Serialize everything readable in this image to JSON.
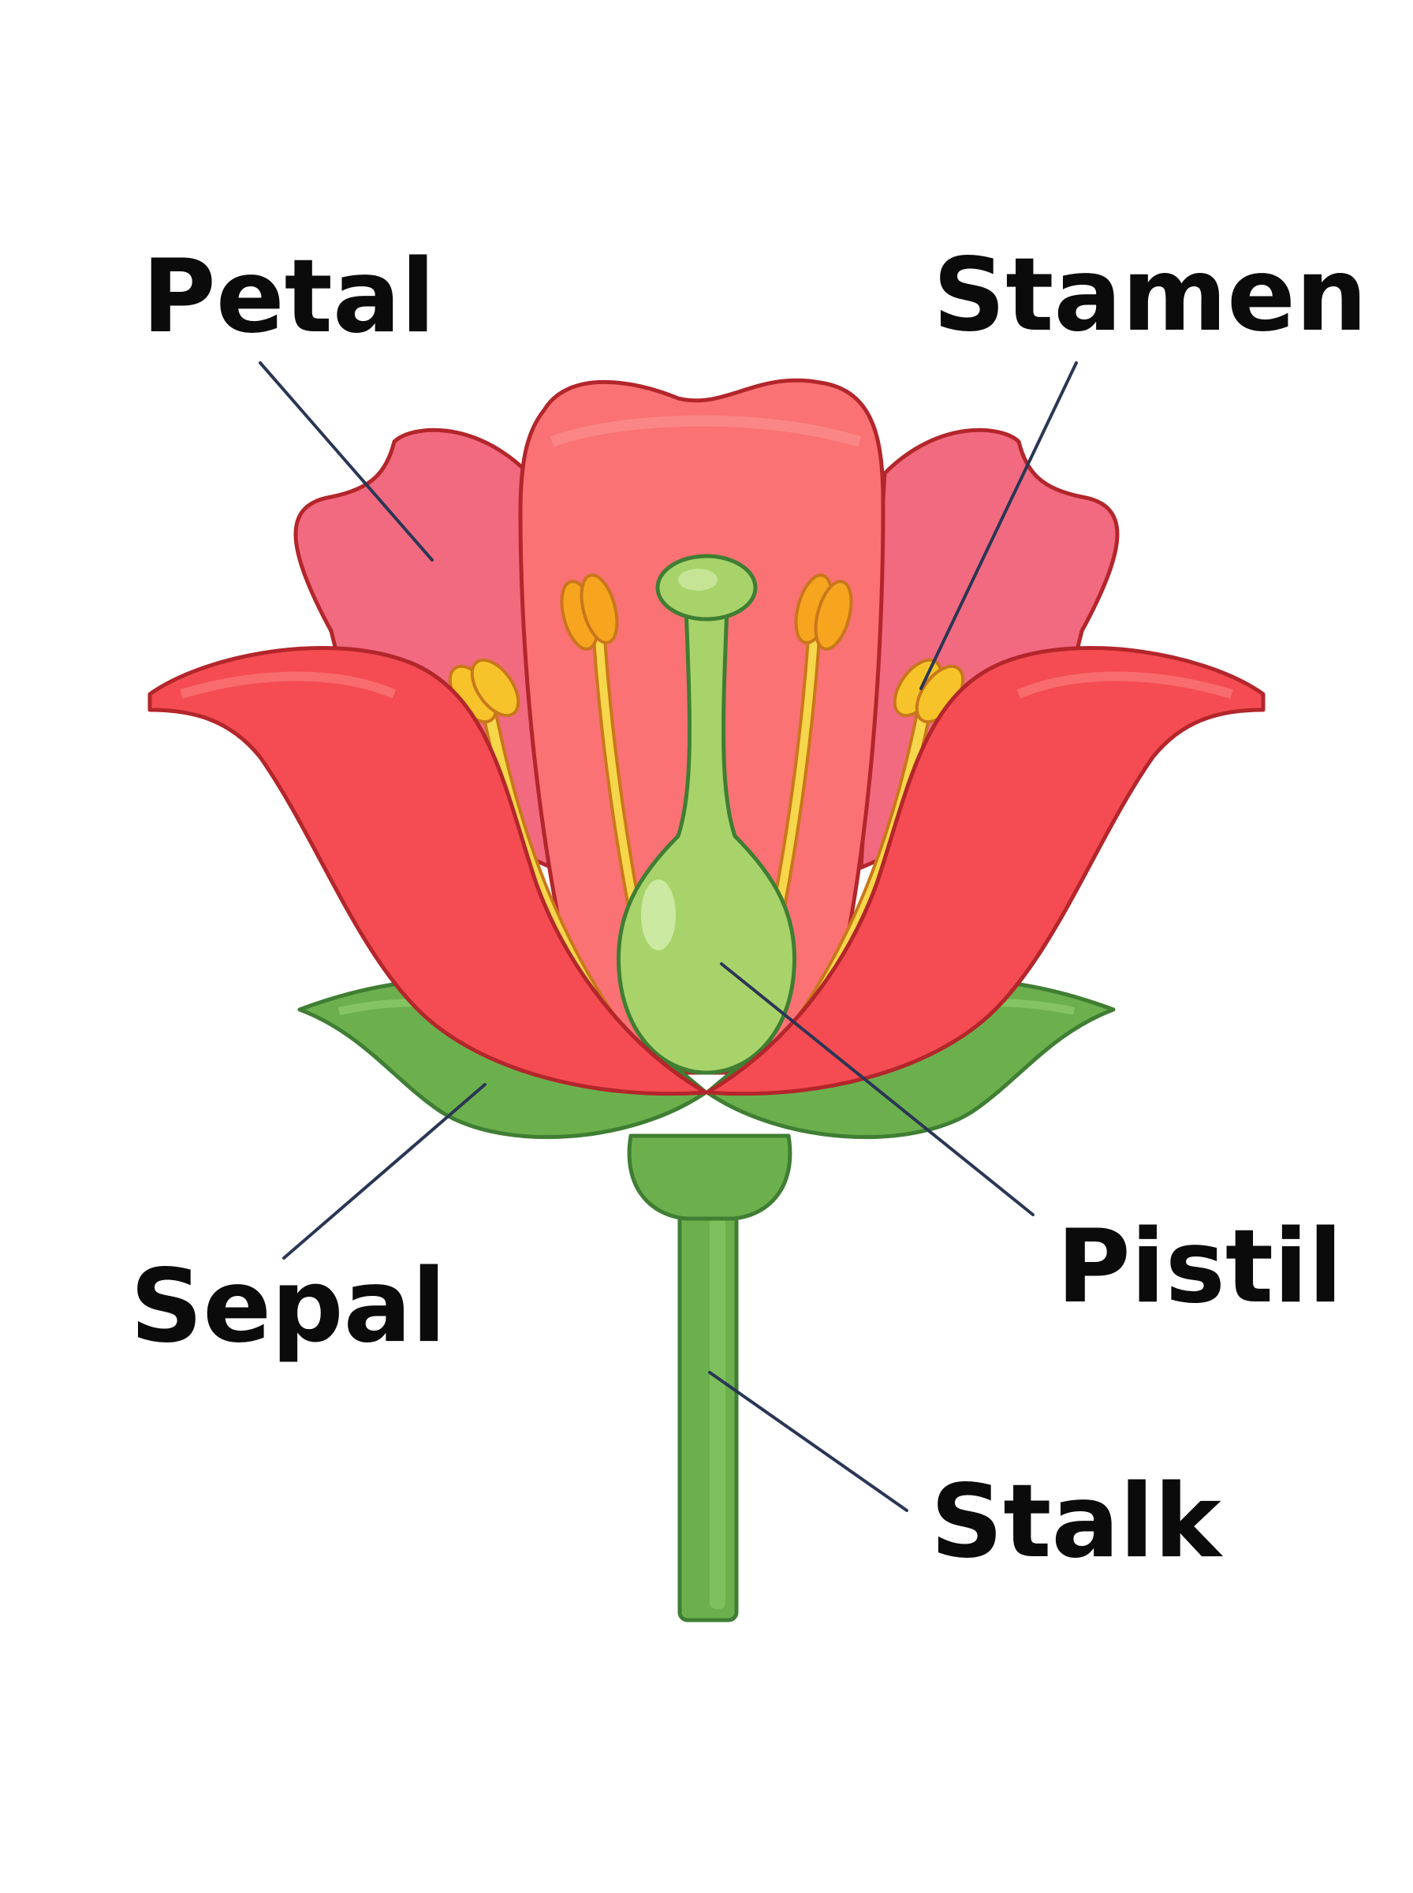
{
  "labels": {
    "petal": "Petal",
    "stamen": "Stamen",
    "sepal": "Sepal",
    "pistil": "Pistil",
    "stalk": "Stalk"
  },
  "colors": {
    "back_petal": "#f26a80",
    "center_petal": "#fa7273",
    "front_petal": "#f44c52",
    "sepal": "#6cb04e",
    "stalk": "#6cb04e",
    "pistil": "#a8d36a",
    "stamen_filament": "#f6d64a",
    "anther": "#f7a51f",
    "leader_line": "#2a3654",
    "label_text": "#0b0b0b"
  }
}
